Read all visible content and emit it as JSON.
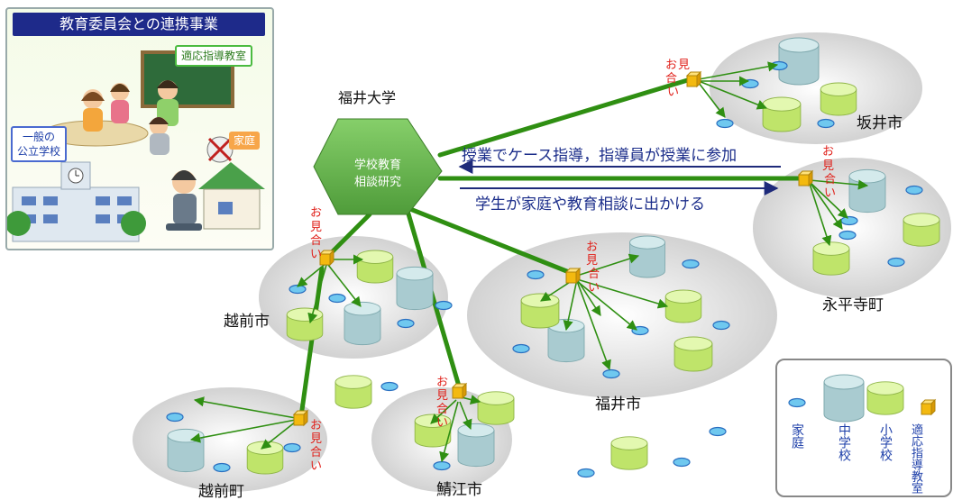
{
  "inset": {
    "title": "教育委員会との連携事業",
    "label_tekiou": "適応指導教室",
    "label_ippan": "一般の\n公立学校",
    "label_katei": "家庭"
  },
  "hub": {
    "name_above": "福井大学",
    "name_inside": "学校教育\n相談研究"
  },
  "arrows": {
    "incoming_label": "授業でケース指導，指導員が授業に参加",
    "outgoing_label": "学生が家庭や教育相談に出かける"
  },
  "omiai": "お見合い",
  "regions": [
    {
      "id": "sakai",
      "name": "坂井市"
    },
    {
      "id": "eiheiji",
      "name": "永平寺町"
    },
    {
      "id": "fukui",
      "name": "福井市"
    },
    {
      "id": "echizen_city",
      "name": "越前市"
    },
    {
      "id": "echizen_town",
      "name": "越前町"
    },
    {
      "id": "sabae",
      "name": "鯖江市"
    }
  ],
  "legend": {
    "home": "家庭",
    "junior_high": "中学校",
    "elementary": "小学校",
    "adaptive_room": "適応指導教室"
  },
  "colors": {
    "link_green": "#2f8f12",
    "arrow_navy": "#1e2a7a",
    "hub_green": "#6fbf55",
    "junior_high_cyl": "#b8d9dc",
    "elementary_cyl": "#d2f08a",
    "home_ellipse": "#6fc8ef",
    "adaptive_cube": "#f6c21a",
    "omiai_red": "#e0201a"
  }
}
